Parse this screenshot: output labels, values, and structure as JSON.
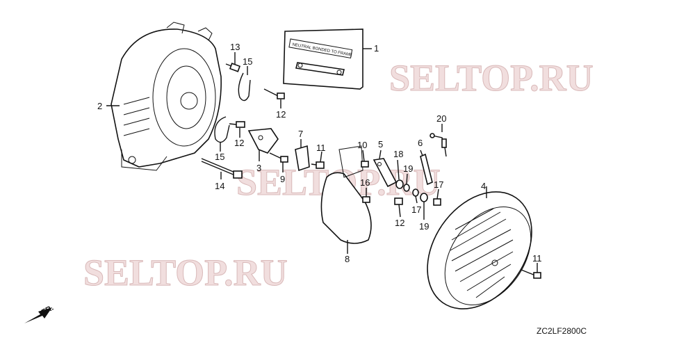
{
  "diagram": {
    "watermarks": [
      "SELTOP.RU",
      "SELTOP.RU",
      "SELTOP.RU"
    ],
    "callouts": [
      "1",
      "2",
      "3",
      "4",
      "5",
      "6",
      "7",
      "8",
      "9",
      "10",
      "11",
      "11",
      "12",
      "12",
      "12",
      "13",
      "14",
      "15",
      "15",
      "16",
      "17",
      "17",
      "18",
      "19",
      "19",
      "20"
    ],
    "label_plate_text": "NEUTRAL BONDED TO FRAME",
    "drawing_code": "ZC2LF2800C",
    "direction_label": "FR."
  }
}
